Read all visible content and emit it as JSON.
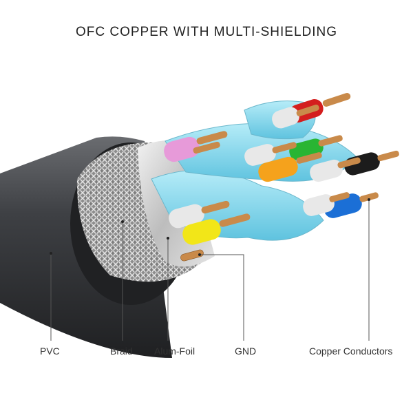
{
  "title": "OFC COPPER WITH MULTI-SHIELDING",
  "labels": {
    "pvc": "PVC",
    "braid": "Braid",
    "foil": "Alum-Foil",
    "gnd": "GND",
    "conductors": "Copper Conductors"
  },
  "colors": {
    "jacket": "#3b3d40",
    "braid": "#9a9a9a",
    "foil": "#d6d6d6",
    "pair_insulation": "#8fd8ec",
    "copper": "#c98a4a",
    "wire_red": "#d41e1e",
    "wire_green": "#29b533",
    "wire_orange": "#f5a21c",
    "wire_black": "#1c1c1c",
    "wire_blue": "#1b6fd6",
    "wire_pink": "#e79ad9",
    "wire_yellow": "#f2e618",
    "wire_white": "#e8e8e8"
  }
}
